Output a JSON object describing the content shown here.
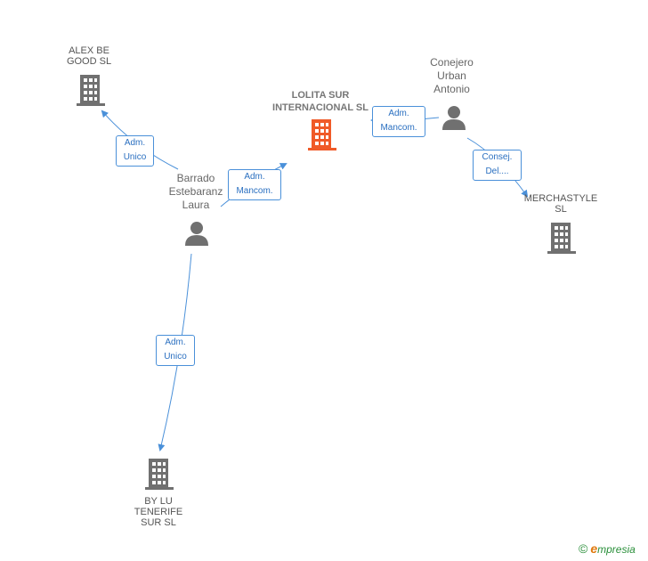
{
  "nodes": {
    "alex_be_good": {
      "label": "ALEX BE\nGOOD  SL"
    },
    "lolita_sur": {
      "label": "LOLITA SUR\nINTERNACIONAL SL"
    },
    "conejero": {
      "label": "Conejero\nUrban\nAntonio"
    },
    "merchastyle": {
      "label": "MERCHASTYLE\nSL"
    },
    "barrado": {
      "label": "Barrado\nEstebaranz\nLaura"
    },
    "by_lu": {
      "label": "BY LU\nTENERIFE\nSUR SL"
    }
  },
  "edges": {
    "barrado_alex": "Adm.\nUnico",
    "barrado_lolita": "Adm.\nMancom.",
    "conejero_lolita": "Adm.\nMancom.",
    "conejero_merch": "Consej.\nDel....",
    "barrado_bylu": "Adm.\nUnico"
  },
  "colors": {
    "company": "#707070",
    "focus_company": "#f05a28",
    "person": "#707070",
    "edge": "#4a90d9",
    "brand": "#2a8f3a"
  },
  "brand": {
    "copyright": "©",
    "e": "e",
    "name": "mpresia"
  }
}
